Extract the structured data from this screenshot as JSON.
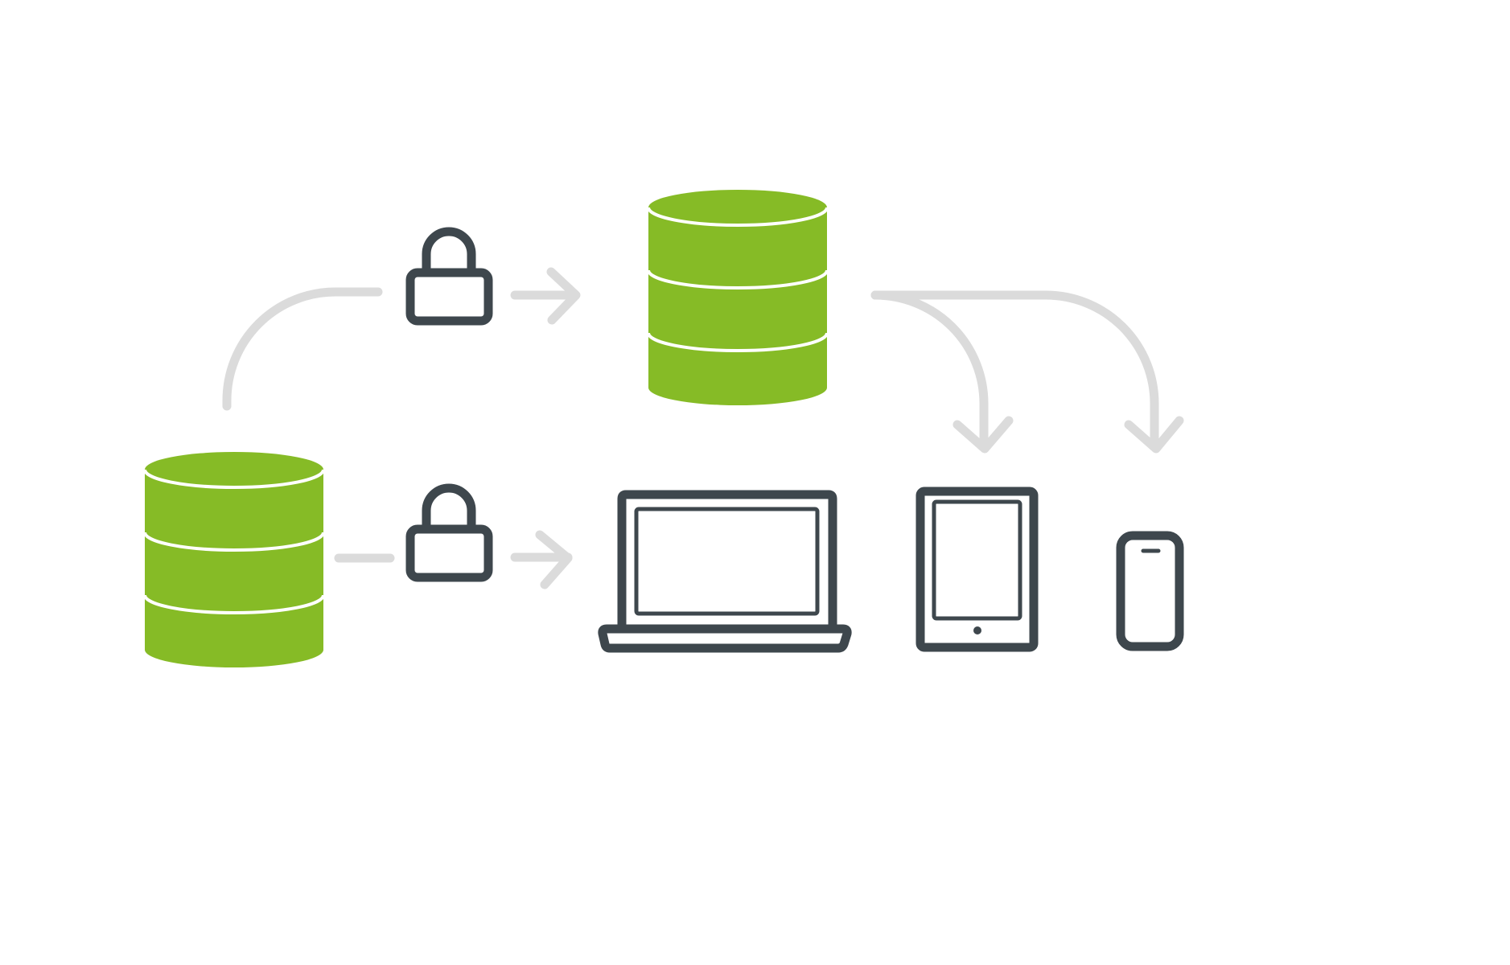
{
  "diagram": {
    "colors": {
      "database": "#86BB26",
      "database_stripe": "#ffffff",
      "device_stroke": "#3E474D",
      "connector": "#DBDBDB",
      "background": "#ffffff"
    },
    "nodes": [
      {
        "id": "source-database",
        "icon": "database-icon"
      },
      {
        "id": "upper-lock",
        "icon": "lock-icon"
      },
      {
        "id": "lower-lock",
        "icon": "lock-icon"
      },
      {
        "id": "cloud-database",
        "icon": "database-icon"
      },
      {
        "id": "laptop",
        "icon": "laptop-icon"
      },
      {
        "id": "tablet",
        "icon": "tablet-icon"
      },
      {
        "id": "phone",
        "icon": "phone-icon"
      }
    ],
    "connections": [
      {
        "from": "source-database",
        "to": "upper-lock",
        "arrow": false
      },
      {
        "from": "upper-lock",
        "to": "cloud-database",
        "arrow": true
      },
      {
        "from": "source-database",
        "to": "lower-lock",
        "arrow": false
      },
      {
        "from": "lower-lock",
        "to": "laptop",
        "arrow": true
      },
      {
        "from": "cloud-database",
        "to": "tablet",
        "arrow": true
      },
      {
        "from": "cloud-database",
        "to": "phone",
        "arrow": true
      }
    ]
  }
}
